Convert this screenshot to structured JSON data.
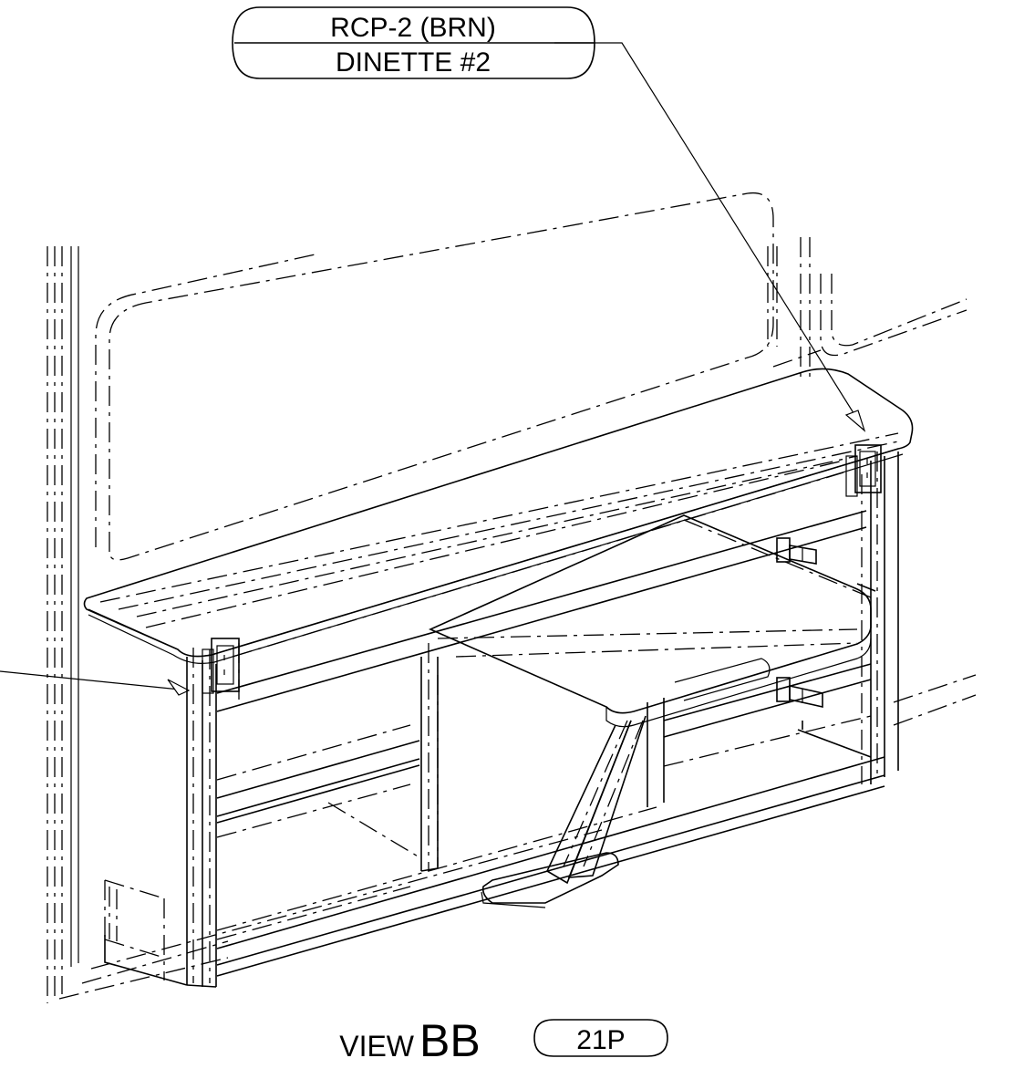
{
  "callout": {
    "line1": "RCP-2 (BRN)",
    "line2": "DINETTE #2"
  },
  "view": {
    "prefix": "VIEW",
    "letters": "BB",
    "sheet_ref": "21P"
  },
  "colors": {
    "ink": "#000000",
    "paper": "#ffffff"
  }
}
